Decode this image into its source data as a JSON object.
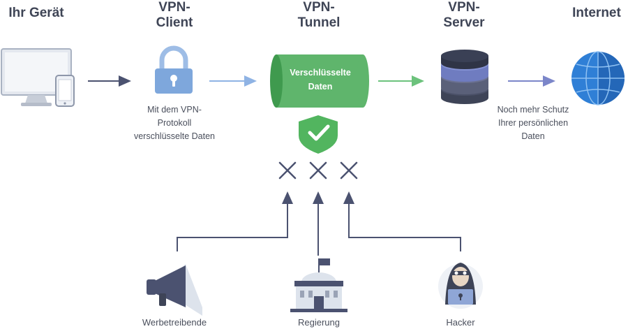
{
  "nodes": {
    "device": {
      "title": "Ihr Gerät"
    },
    "vpn_client": {
      "title": "VPN-\nClient",
      "caption": "Mit dem VPN-\nProtokoll\nverschlüsselte Daten"
    },
    "vpn_tunnel": {
      "title": "VPN-\nTunnel",
      "inner_text": "Verschlüsselte\nDaten"
    },
    "vpn_server": {
      "title": "VPN-\nServer",
      "caption": "Noch mehr Schutz\nIhrer persönlichen\nDaten"
    },
    "internet": {
      "title": "Internet"
    }
  },
  "threats": [
    {
      "label": "Werbetreibende",
      "icon": "megaphone-icon"
    },
    {
      "label": "Regierung",
      "icon": "government-building-icon"
    },
    {
      "label": "Hacker",
      "icon": "hacker-icon"
    }
  ],
  "colors": {
    "title": "#3f4556",
    "arrow_dark": "#4b5270",
    "arrow_light": "#8fb3e4",
    "arrow_green": "#6cc27c",
    "arrow_purple": "#7b86c9",
    "lock": "#7ea7dc",
    "tunnel": "#5fb56c",
    "shield": "#52b55f",
    "globe": "#2f7fd6"
  }
}
